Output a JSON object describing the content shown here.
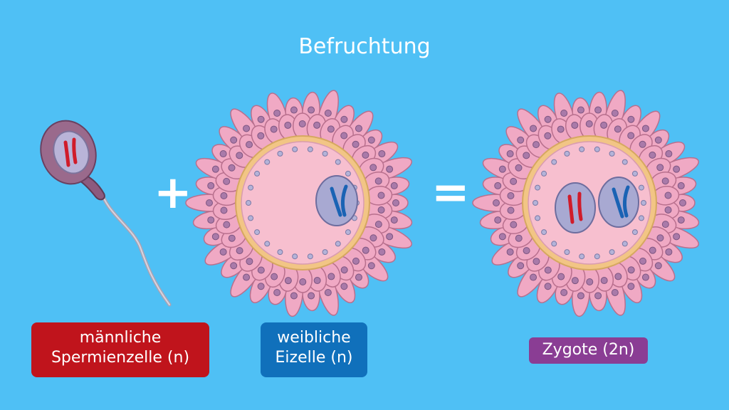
{
  "title": "Befruchtung",
  "operators": {
    "plus": "+",
    "equals": "="
  },
  "labels": {
    "sperm": {
      "line1": "männliche",
      "line2": "Spermienzelle (n)"
    },
    "egg": {
      "line1": "weibliche",
      "line2": "Eizelle (n)"
    },
    "zygote": "Zygote (2n)"
  },
  "colors": {
    "background": "#4fc0f5",
    "sperm_label": "#c0141c",
    "egg_label": "#1070bb",
    "zygote_label": "#8a3d94",
    "paternal_chromosome": "#d01c2a",
    "maternal_chromosome": "#1a63b4",
    "cytoplasm": "#f7bfcf",
    "zona": "#f2c585",
    "corona_cell": "#f0a9c4",
    "nucleus": "#a8a9d2"
  }
}
